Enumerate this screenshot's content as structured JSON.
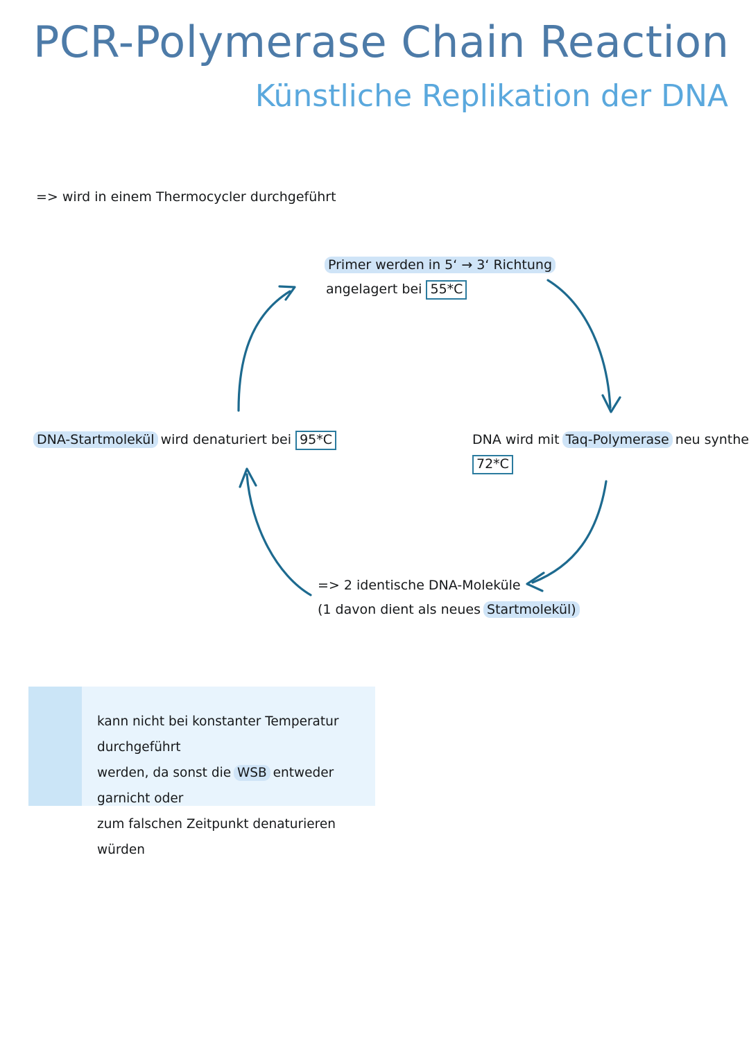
{
  "document": {
    "title_main": "PCR-Polymerase Chain Reaction",
    "title_sub": "Künstliche Replikation der DNA"
  },
  "intro": {
    "text": "=> wird in einem Thermocycler durchgeführt"
  },
  "cycle": {
    "steps": [
      {
        "id": "denaturation",
        "highlight": "DNA-Startmolekül",
        "text": " wird denaturiert bei ",
        "temperature": "95*C"
      },
      {
        "id": "annealing",
        "highlight": "Primer werden in 5‘ → 3‘ Richtung",
        "text": "angelagert bei ",
        "temperature": "55*C"
      },
      {
        "id": "elongation",
        "lead": "DNA wird mit ",
        "highlight": "Taq-Polymerase",
        "text": " neu synthetisiert b",
        "temperature": "72*C"
      },
      {
        "id": "result",
        "line1": "=> 2 identische DNA-Moleküle",
        "line2_lead": "(1 davon dient als neues ",
        "line2_highlight": "Startmolekül)"
      }
    ],
    "arrow_count": 4,
    "arrow_color": "#1d6a8f"
  },
  "info_box": {
    "line1": "kann nicht bei konstanter Temperatur durchgeführt",
    "line2_lead": "werden, da sonst die ",
    "line2_highlight": "WSB",
    "line2_tail": " entweder garnicht oder",
    "line3": "zum falschen Zeitpunkt denaturieren würden"
  },
  "colors": {
    "title_main": "#4d7ba8",
    "title_sub": "#5aa8dd",
    "highlight": "#cfe4f7",
    "box_border": "#2a7a9e",
    "arrow": "#1d6a8f",
    "info_box_bg": "#e8f4fd",
    "info_box_stripe": "#cbe5f7",
    "body_text": "#16181a",
    "page_background": "#ffffff"
  }
}
